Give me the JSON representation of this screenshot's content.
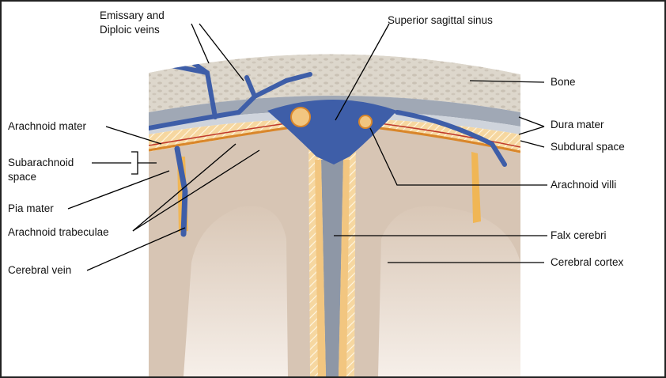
{
  "labels": {
    "emissary": "Emissary and",
    "emissary2": "Diploic veins",
    "sss": "Superior sagittal sinus",
    "bone": "Bone",
    "arach_mater": "Arachnoid mater",
    "dura": "Dura mater",
    "subarach1": "Subarachnoid",
    "subarach2": "space",
    "subdural": "Subdural space",
    "arach_villi": "Arachnoid villi",
    "pia": "Pia mater",
    "trabeculae": "Arachnoid trabeculae",
    "falx": "Falx cerebri",
    "cortex": "Cerebral cortex",
    "cerebral_vein": "Cerebral vein"
  },
  "colors": {
    "bone": "#d8d2c8",
    "dura": "#8e97a6",
    "subdural": "#c7cdd6",
    "arachnoid": "#f2c680",
    "pia": "#e7a33c",
    "cortex": "#d8c6b6",
    "white_matter": "#efe5dc",
    "vein": "#3e5ea8",
    "vein_dark": "#2a4688"
  }
}
